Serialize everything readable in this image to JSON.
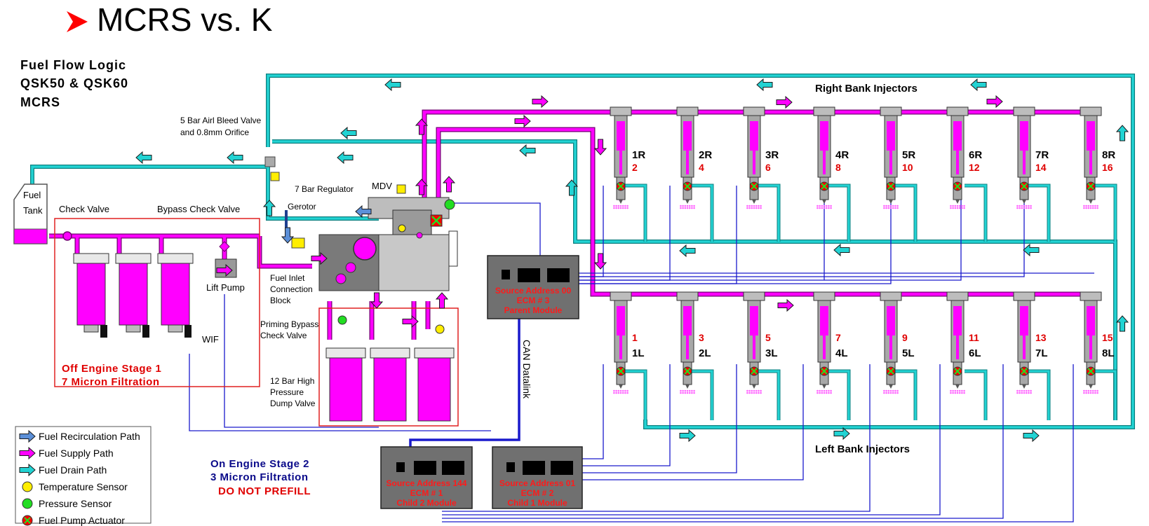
{
  "slide_title": "MCRS vs. K",
  "heading": [
    "Fuel Flow Logic",
    "QSK50 & QSK60",
    "MCRS"
  ],
  "labels": {
    "air_bleed": [
      "5 Bar Airl Bleed Valve",
      "and 0.8mm Orifice"
    ],
    "fuel_tank": [
      "Fuel",
      "Tank"
    ],
    "check_valve": "Check Valve",
    "bypass_check_valve": "Bypass Check Valve",
    "lift_pump": "Lift Pump",
    "wif": "WIF",
    "seven_bar_regulator": "7 Bar Regulator",
    "mdv": "MDV",
    "gerotor": "Gerotor",
    "fuel_inlet": [
      "Fuel Inlet",
      "Connection",
      "Block"
    ],
    "priming_bypass": [
      "Priming Bypass",
      "Check Valve"
    ],
    "dump_valve": [
      "12 Bar High",
      "Pressure",
      "Dump Valve"
    ],
    "can_datalink": "CAN Datalink",
    "right_bank": "Right Bank Injectors",
    "left_bank": "Left Bank Injectors"
  },
  "stage1": [
    "Off Engine Stage 1",
    "7 Micron Filtration"
  ],
  "stage2": [
    "On Engine Stage 2",
    "3 Micron Filtration",
    "DO NOT PREFILL"
  ],
  "ecms": [
    {
      "lines": [
        "Source Address 00",
        "ECM # 3",
        "Parent Module"
      ]
    },
    {
      "lines": [
        "Source Address 144",
        "ECM # 1",
        "Child 2 Module"
      ]
    },
    {
      "lines": [
        "Source Address 01",
        "ECM # 2",
        "Child 1 Module"
      ]
    }
  ],
  "right_injectors": [
    {
      "name": "1R",
      "num": "2"
    },
    {
      "name": "2R",
      "num": "4"
    },
    {
      "name": "3R",
      "num": "6"
    },
    {
      "name": "4R",
      "num": "8"
    },
    {
      "name": "5R",
      "num": "10"
    },
    {
      "name": "6R",
      "num": "12"
    },
    {
      "name": "7R",
      "num": "14"
    },
    {
      "name": "8R",
      "num": "16"
    }
  ],
  "left_injectors": [
    {
      "name": "1L",
      "num": "1"
    },
    {
      "name": "2L",
      "num": "3"
    },
    {
      "name": "3L",
      "num": "5"
    },
    {
      "name": "4L",
      "num": "7"
    },
    {
      "name": "5L",
      "num": "9"
    },
    {
      "name": "6L",
      "num": "11"
    },
    {
      "name": "7L",
      "num": "13"
    },
    {
      "name": "8L",
      "num": "15"
    }
  ],
  "legend": [
    {
      "label": "Fuel Recirculation Path",
      "kind": "arrow",
      "color": "#5b8fd8"
    },
    {
      "label": "Fuel Supply Path",
      "kind": "arrow",
      "color": "#ff00ff"
    },
    {
      "label": "Fuel Drain Path",
      "kind": "arrow",
      "color": "#22d3d3"
    },
    {
      "label": "Temperature Sensor",
      "kind": "dot",
      "color": "#ffee00"
    },
    {
      "label": "Pressure Sensor",
      "kind": "dot",
      "color": "#22dd22"
    },
    {
      "label": "Fuel Pump Actuator",
      "kind": "x",
      "color": "#22dd22"
    }
  ],
  "colors": {
    "supply": "#ff00ff",
    "drain": "#22d3d3",
    "recirculation": "#5b8fd8",
    "wire": "#1a1acc",
    "stage_box": "#e02020",
    "ecm_fill": "#707070",
    "title_arrow": "#ff0000"
  }
}
